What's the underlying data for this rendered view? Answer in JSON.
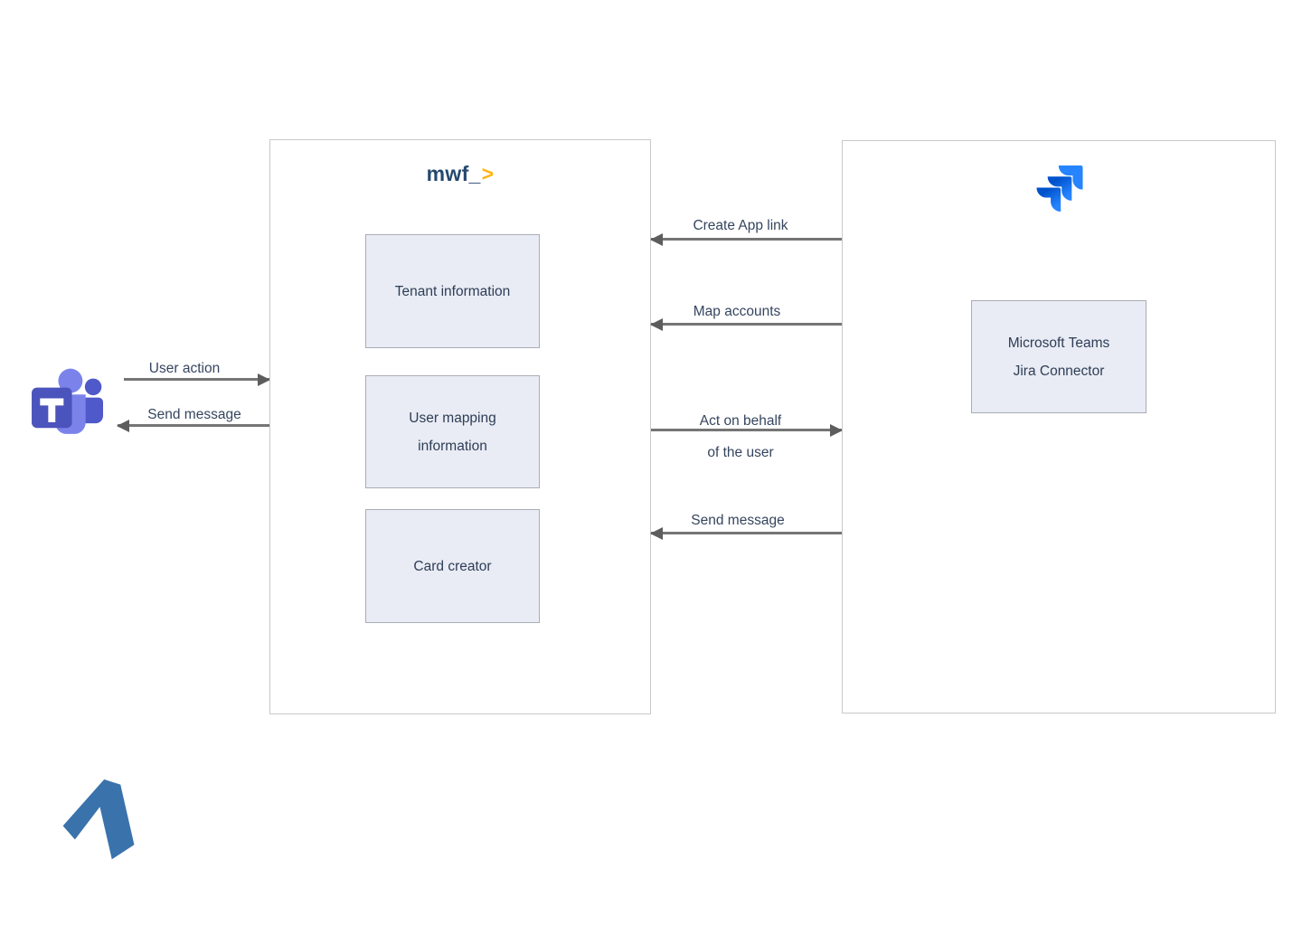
{
  "mwf_panel": {
    "logo_text": "mwf_",
    "logo_accent": ">",
    "boxes": [
      {
        "label": "Tenant information"
      },
      {
        "label": "User mapping information"
      },
      {
        "label": "Card creator"
      }
    ]
  },
  "jira_panel": {
    "logo_icon": "jira-icon",
    "box_line1": "Microsoft Teams",
    "box_line2": "Jira Connector"
  },
  "left_arrows": [
    {
      "label": "User action",
      "direction": "right"
    },
    {
      "label": "Send message",
      "direction": "left"
    }
  ],
  "middle_arrows": [
    {
      "label": "Create App link",
      "direction": "left"
    },
    {
      "label": "Map accounts",
      "direction": "left"
    },
    {
      "label_line1": "Act on behalf",
      "label_line2": "of the user",
      "direction": "right"
    },
    {
      "label": "Send message",
      "direction": "left"
    }
  ],
  "icons": {
    "left_actor": "microsoft-teams-icon",
    "bottom_left": "blue-arrow-mark"
  },
  "colors": {
    "node_fill": "#e9ecf4",
    "node_border": "#a9adb4",
    "panel_border": "#c9c9c9",
    "arrow_line": "#757575",
    "label_text": "#35455f",
    "mwf_navy": "#25486e",
    "mwf_yellow": "#fdb515",
    "jira_bright": "#2684ff",
    "jira_dark": "#0052cc",
    "teams_square": "#4b53bc",
    "teams_person": "#7b83eb",
    "teams_person_dark": "#5059c9",
    "corner_mark_blue": "#3a72ac"
  }
}
